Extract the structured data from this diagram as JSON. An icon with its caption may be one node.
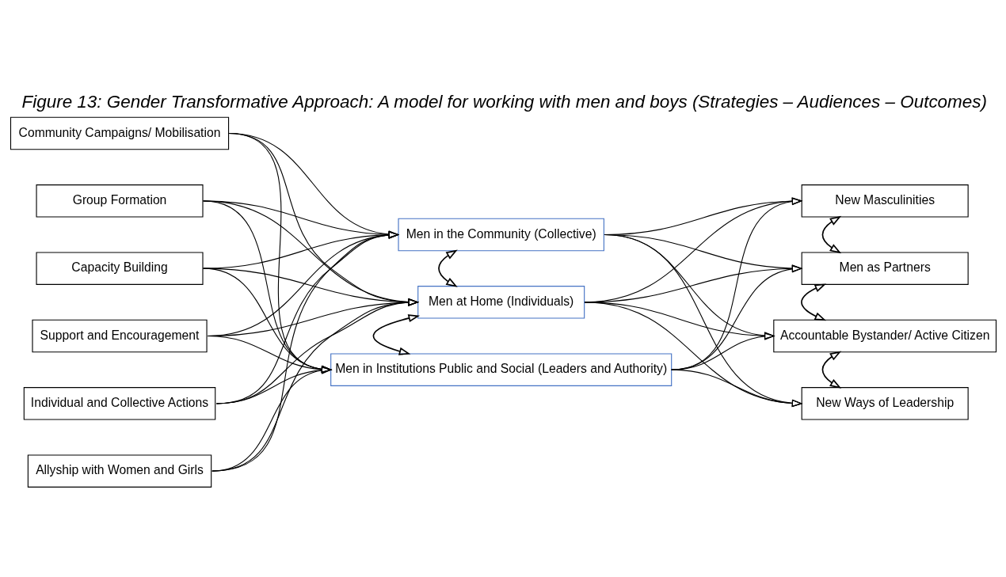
{
  "diagram": {
    "title": "Figure 13: Gender Transformative Approach: A model for working with men and boys (Strategies – Audiences – Outcomes)",
    "nodes": [
      {
        "text": [
          "Community Campaigns/ Mobilisation"
        ]
      },
      {
        "text": [
          "Group Formation"
        ]
      },
      {
        "text": [
          "Capacity Building"
        ]
      },
      {
        "text": [
          "Support and Encouragement"
        ]
      },
      {
        "text": [
          "Individual and Collective Actions"
        ]
      },
      {
        "text": [
          "Allyship with Women and Girls"
        ]
      },
      {
        "text": [
          "Men in the Community (Collective)"
        ]
      },
      {
        "text": [
          "Men at Home (Individuals)"
        ]
      },
      {
        "text": [
          "Men in Institutions Public and Social (Leaders and Authority)"
        ]
      },
      {
        "text": [
          "New Masculinities"
        ]
      },
      {
        "text": [
          "Men as Partners"
        ]
      },
      {
        "text": [
          "Accountable Bystander/ Active Citizen"
        ]
      },
      {
        "text": [
          "New Ways of Leadership"
        ]
      }
    ],
    "edges": [
      {
        "from": 0,
        "to": 6,
        "arrow": "to"
      },
      {
        "from": 0,
        "to": 7,
        "arrow": "to"
      },
      {
        "from": 0,
        "to": 8,
        "arrow": "to"
      },
      {
        "from": 1,
        "to": 6,
        "arrow": "to"
      },
      {
        "from": 1,
        "to": 7,
        "arrow": "to"
      },
      {
        "from": 1,
        "to": 8,
        "arrow": "to"
      },
      {
        "from": 2,
        "to": 6,
        "arrow": "to"
      },
      {
        "from": 2,
        "to": 7,
        "arrow": "to"
      },
      {
        "from": 2,
        "to": 8,
        "arrow": "to"
      },
      {
        "from": 3,
        "to": 6,
        "arrow": "to"
      },
      {
        "from": 3,
        "to": 7,
        "arrow": "to"
      },
      {
        "from": 3,
        "to": 8,
        "arrow": "to"
      },
      {
        "from": 4,
        "to": 6,
        "arrow": "to"
      },
      {
        "from": 4,
        "to": 7,
        "arrow": "to"
      },
      {
        "from": 4,
        "to": 8,
        "arrow": "to"
      },
      {
        "from": 5,
        "to": 6,
        "arrow": "to"
      },
      {
        "from": 5,
        "to": 7,
        "arrow": "to"
      },
      {
        "from": 5,
        "to": 8,
        "arrow": "to"
      },
      {
        "from": 6,
        "to": 9,
        "arrow": "to"
      },
      {
        "from": 6,
        "to": 10,
        "arrow": "to"
      },
      {
        "from": 6,
        "to": 11,
        "arrow": "to"
      },
      {
        "from": 6,
        "to": 12,
        "arrow": "to"
      },
      {
        "from": 7,
        "to": 9,
        "arrow": "to"
      },
      {
        "from": 7,
        "to": 10,
        "arrow": "to"
      },
      {
        "from": 7,
        "to": 11,
        "arrow": "to"
      },
      {
        "from": 7,
        "to": 12,
        "arrow": "to"
      },
      {
        "from": 8,
        "to": 9,
        "arrow": "to"
      },
      {
        "from": 8,
        "to": 10,
        "arrow": "to"
      },
      {
        "from": 8,
        "to": 11,
        "arrow": "to"
      },
      {
        "from": 8,
        "to": 12,
        "arrow": "to"
      },
      {
        "from": 6,
        "to": 7,
        "arrow": "both"
      },
      {
        "from": 7,
        "to": 8,
        "arrow": "both"
      },
      {
        "from": 9,
        "to": 10,
        "arrow": "both"
      },
      {
        "from": 10,
        "to": 11,
        "arrow": "both"
      },
      {
        "from": 11,
        "to": 12,
        "arrow": "both"
      }
    ]
  }
}
